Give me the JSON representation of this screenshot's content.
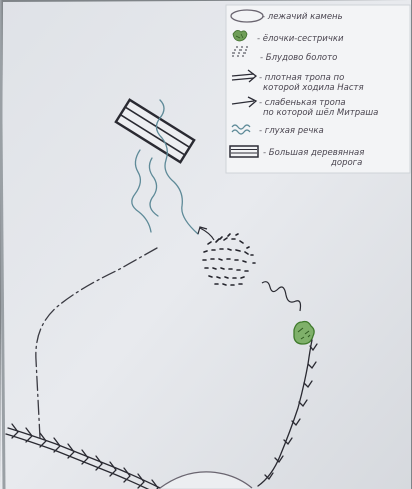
{
  "legend": {
    "items": [
      {
        "icon": "oval-stone-icon",
        "lines": [
          "- лежачий камень"
        ]
      },
      {
        "icon": "fir-trees-icon",
        "lines": [
          "- ёлочки-сестрички"
        ]
      },
      {
        "icon": "swamp-icon",
        "lines": [
          "- Блудово болото"
        ]
      },
      {
        "icon": "double-arrow-icon",
        "lines": [
          "- плотная тропа по",
          "которой ходила Настя"
        ]
      },
      {
        "icon": "single-arrow-icon",
        "lines": [
          "- слабенькая тропа",
          "по которой шёл Митраша"
        ]
      },
      {
        "icon": "wavy-river-icon",
        "lines": [
          "- глухая речка"
        ]
      },
      {
        "icon": "plank-road-icon",
        "lines": [
          "- Большая деревянная",
          "дорога"
        ]
      }
    ]
  },
  "colors": {
    "paper": "#e4e7ec",
    "ink": "#2c2c36",
    "river": "#5e8a98",
    "trees": "#4f8a3a",
    "legend_ink": "#4a4550"
  }
}
